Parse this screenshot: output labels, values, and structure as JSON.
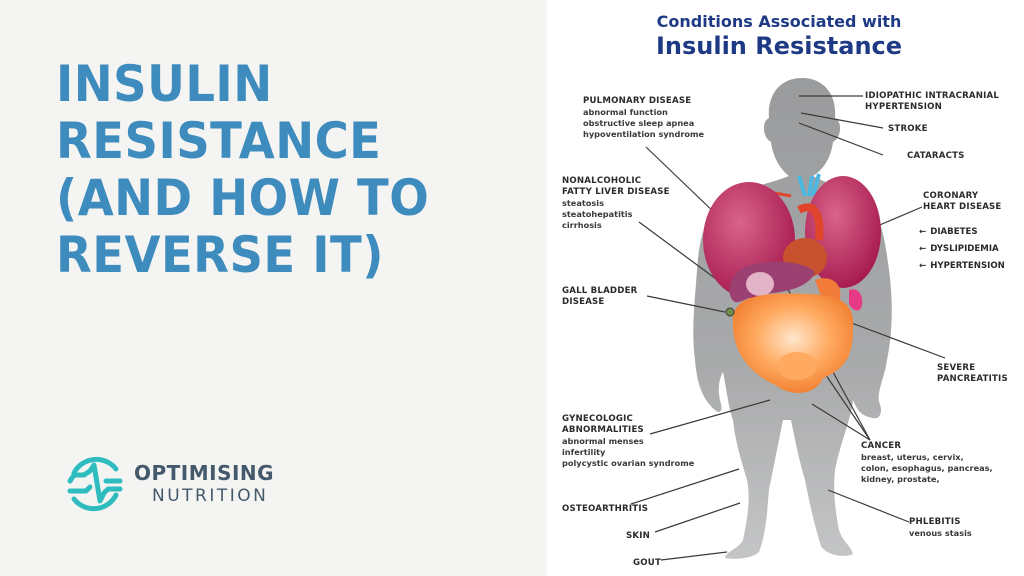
{
  "left": {
    "headline_lines": [
      "INSULIN",
      "RESISTANCE",
      "(AND HOW TO",
      "REVERSE IT)"
    ],
    "headline_color": "#3e8bbd",
    "background": "#f4f4f3",
    "logo": {
      "icon": "pulse-circle-icon",
      "line1": "OPTIMISING",
      "line2": "NUTRITION",
      "icon_color": "#2fbcbf",
      "text_color": "#44596b"
    }
  },
  "infographic": {
    "title_line1": "Conditions Associated with",
    "title_line2": "Insulin Resistance",
    "title_color": "#1f3a85",
    "labels": {
      "pulmonary": {
        "heading": "PULMONARY DISEASE",
        "details": [
          "abnormal function",
          "obstructive sleep apnea",
          "hypoventilation syndrome"
        ]
      },
      "nafld": {
        "heading_lines": [
          "NONALCOHOLIC",
          "FATTY LIVER DISEASE"
        ],
        "details": [
          "steatosis",
          "steatohepatitis",
          "cirrhosis"
        ]
      },
      "gallbladder": {
        "heading_lines": [
          "GALL BLADDER",
          "DISEASE"
        ]
      },
      "gynecologic": {
        "heading_lines": [
          "GYNECOLOGIC",
          "ABNORMALITIES"
        ],
        "details": [
          "abnormal menses",
          "infertility",
          "polycystic ovarian syndrome"
        ]
      },
      "osteoarthritis": "OSTEOARTHRITIS",
      "skin": "SKIN",
      "gout": "GOUT",
      "iih": {
        "heading_lines": [
          "IDIOPATHIC INTRACRANIAL",
          "HYPERTENSION"
        ]
      },
      "stroke": "STROKE",
      "cataracts": "CATARACTS",
      "coronary": {
        "heading_lines": [
          "CORONARY",
          "HEART DISEASE"
        ]
      },
      "arrows": [
        {
          "arrow": "←",
          "label": "DIABETES"
        },
        {
          "arrow": "←",
          "label": "DYSLIPIDEMIA"
        },
        {
          "arrow": "←",
          "label": "HYPERTENSION"
        }
      ],
      "pancreatitis": {
        "heading_lines": [
          "SEVERE",
          "PANCREATITIS"
        ]
      },
      "cancer": {
        "heading": "CANCER",
        "details": [
          "breast, uterus, cervix,",
          "colon, esophagus, pancreas,",
          "kidney, prostate,"
        ]
      },
      "phlebitis": {
        "heading": "PHLEBITIS",
        "details": [
          "venous stasis"
        ]
      }
    }
  }
}
